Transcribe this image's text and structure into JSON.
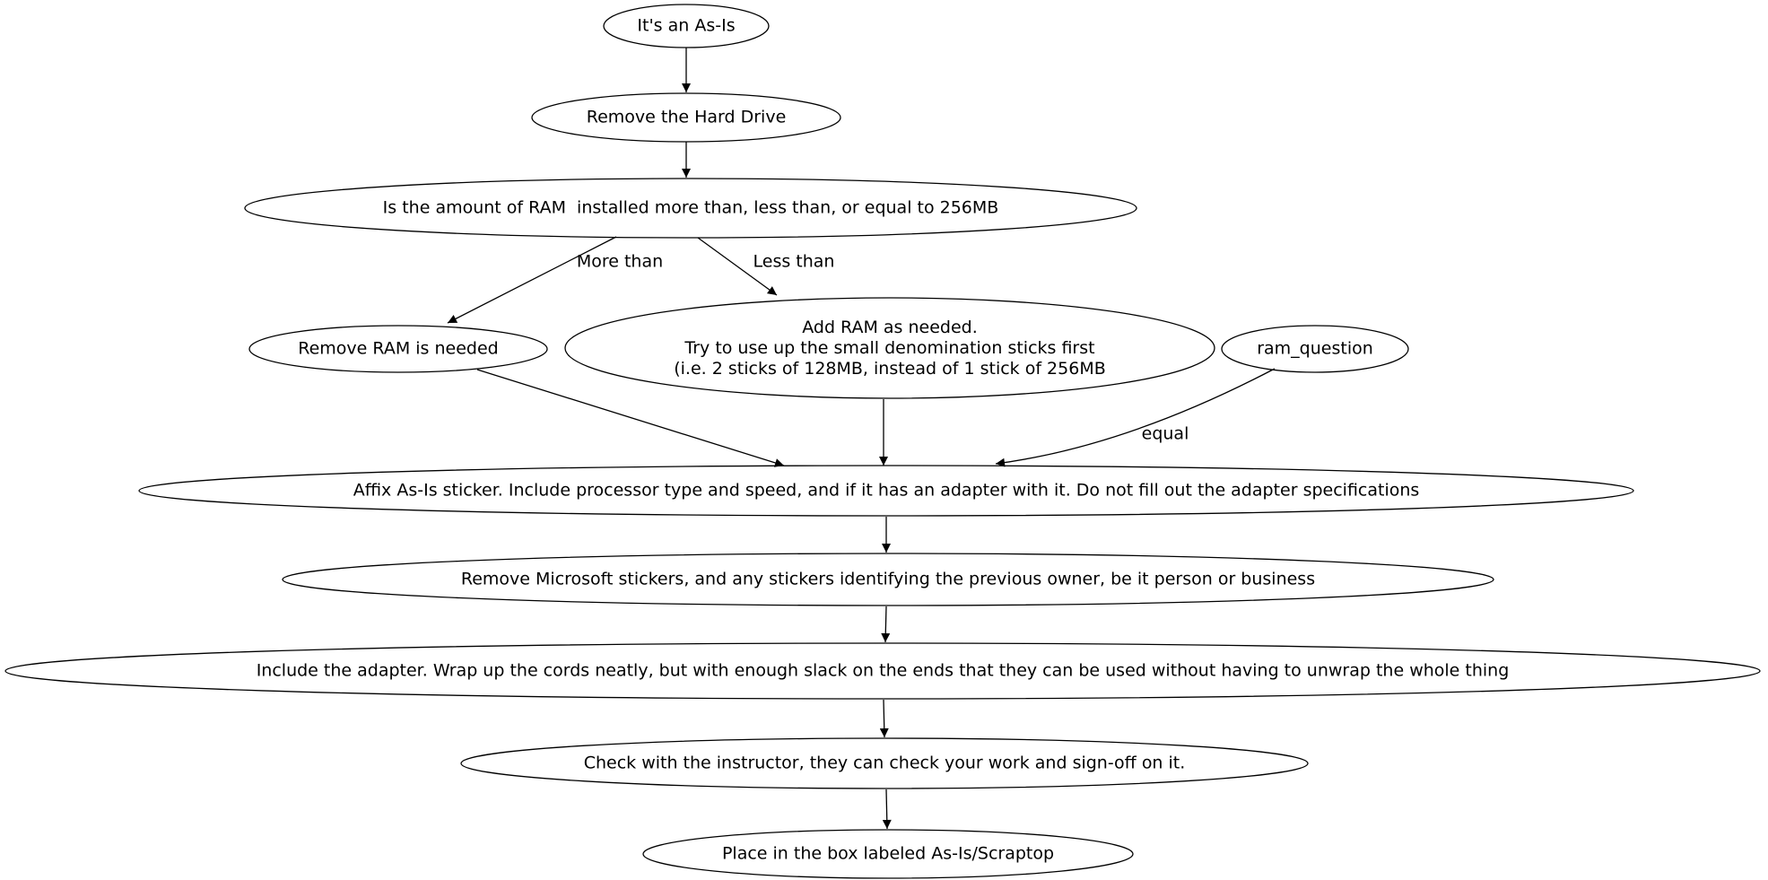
{
  "diagram": {
    "type": "flowchart",
    "background_color": "#ffffff",
    "stroke_color": "#000000",
    "text_color": "#000000",
    "nodes": [
      {
        "id": "as_is",
        "shape": "ellipse",
        "label": "It's an As-Is"
      },
      {
        "id": "remove_hdd",
        "shape": "ellipse",
        "label": "Remove the Hard Drive"
      },
      {
        "id": "ram_amount",
        "shape": "ellipse",
        "label": "Is the amount of RAM  installed more than, less than, or equal to 256MB"
      },
      {
        "id": "remove_ram",
        "shape": "ellipse",
        "label": "Remove RAM is needed"
      },
      {
        "id": "add_ram",
        "shape": "ellipse",
        "label": "Add RAM as needed.\nTry to use up the small denomination sticks first\n(i.e. 2 sticks of 128MB, instead of 1 stick of 256MB"
      },
      {
        "id": "ram_question",
        "shape": "ellipse",
        "label": "ram_question"
      },
      {
        "id": "affix",
        "shape": "ellipse",
        "label": "Affix As-Is sticker. Include processor type and speed, and if it has an adapter with it. Do not fill out the adapter specifications"
      },
      {
        "id": "remove_ms",
        "shape": "ellipse",
        "label": "Remove Microsoft stickers, and any stickers identifying the previous owner, be it person or business"
      },
      {
        "id": "adapter",
        "shape": "ellipse",
        "label": "Include the adapter. Wrap up the cords neatly, but with enough slack on the ends that they can be used without having to unwrap the whole thing"
      },
      {
        "id": "check",
        "shape": "ellipse",
        "label": "Check with the instructor, they can check your work and sign-off on it."
      },
      {
        "id": "place",
        "shape": "ellipse",
        "label": "Place in the box labeled As-Is/Scraptop"
      }
    ],
    "edge_labels": [
      {
        "id": "more_than",
        "label": "More than"
      },
      {
        "id": "less_than",
        "label": "Less than"
      },
      {
        "id": "equal",
        "label": "equal"
      }
    ],
    "edges": [
      {
        "from": "as_is",
        "to": "remove_hdd"
      },
      {
        "from": "remove_hdd",
        "to": "ram_amount"
      },
      {
        "from": "ram_amount",
        "to": "remove_ram",
        "label": "More than"
      },
      {
        "from": "ram_amount",
        "to": "add_ram",
        "label": "Less than"
      },
      {
        "from": "remove_ram",
        "to": "affix"
      },
      {
        "from": "add_ram",
        "to": "affix"
      },
      {
        "from": "ram_question",
        "to": "affix",
        "label": "equal"
      },
      {
        "from": "affix",
        "to": "remove_ms"
      },
      {
        "from": "remove_ms",
        "to": "adapter"
      },
      {
        "from": "adapter",
        "to": "check"
      },
      {
        "from": "check",
        "to": "place"
      }
    ]
  }
}
